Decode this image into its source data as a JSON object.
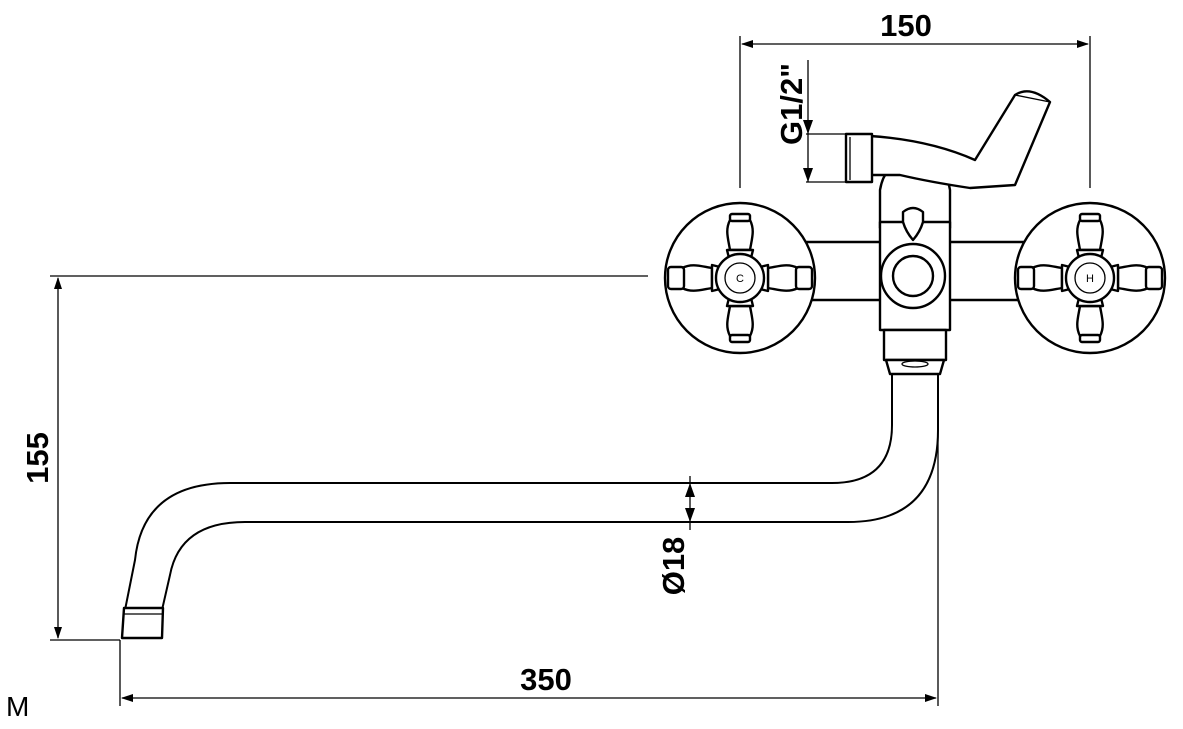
{
  "drawing": {
    "dimensions": {
      "valve_spacing": "150",
      "inlet_thread": "G1/2\"",
      "spout_height": "155",
      "spout_diameter": "Ø18",
      "spout_reach": "350"
    },
    "handle_labels": {
      "cold": "C",
      "hot": "H"
    },
    "corner_mark": "M",
    "colors": {
      "line": "#000000",
      "background": "#ffffff"
    }
  }
}
